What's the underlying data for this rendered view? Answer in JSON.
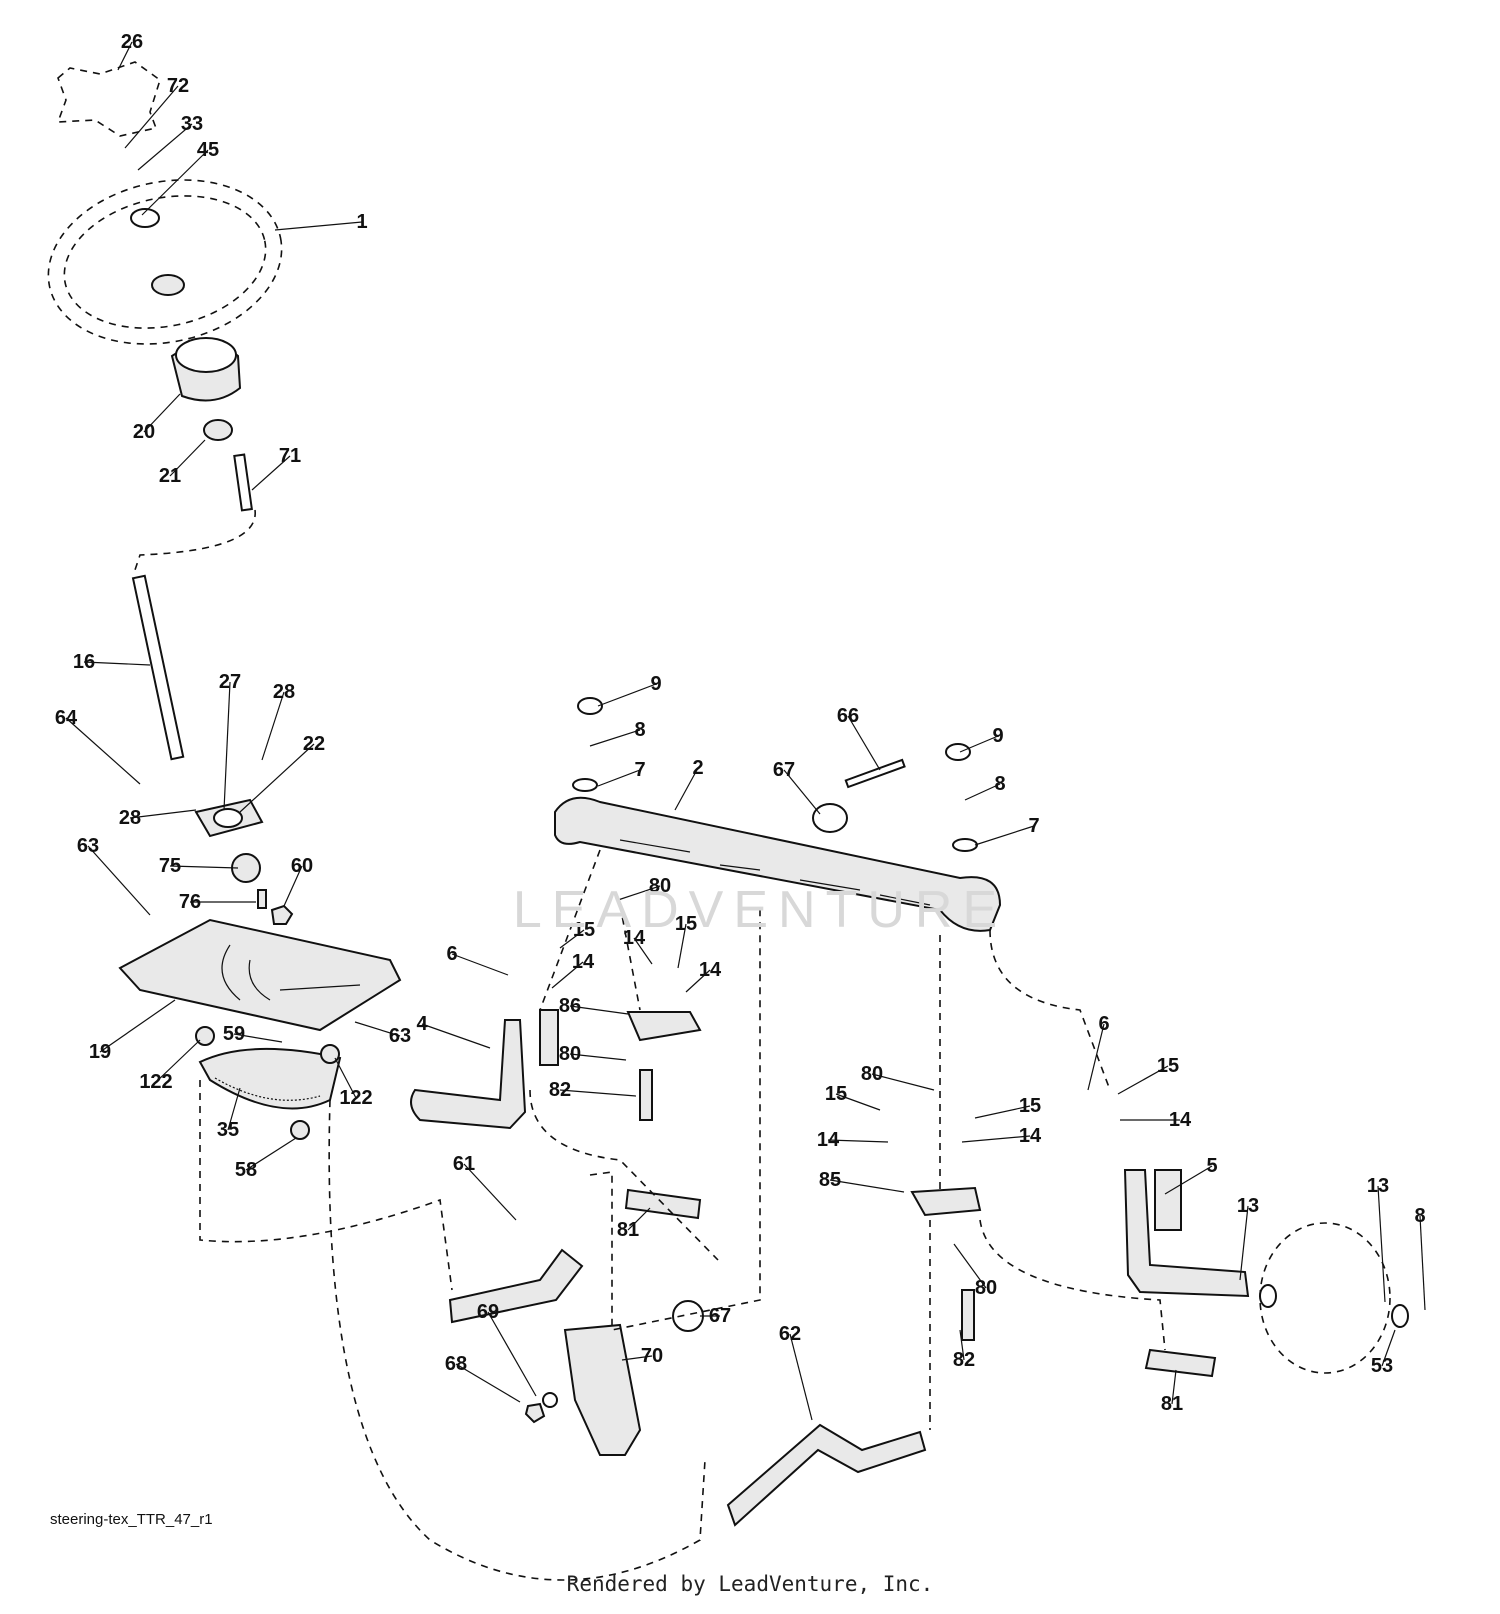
{
  "diagram": {
    "drawing_ref": "steering-tex_TTR_47_r1",
    "watermark": "LEADVENTURE",
    "footer": "Rendered by LeadVenture, Inc.",
    "callouts": [
      {
        "id": "c-26",
        "label": "26"
      },
      {
        "id": "c-72",
        "label": "72"
      },
      {
        "id": "c-33",
        "label": "33"
      },
      {
        "id": "c-45",
        "label": "45"
      },
      {
        "id": "c-1",
        "label": "1"
      },
      {
        "id": "c-20",
        "label": "20"
      },
      {
        "id": "c-21",
        "label": "21"
      },
      {
        "id": "c-71",
        "label": "71"
      },
      {
        "id": "c-16",
        "label": "16"
      },
      {
        "id": "c-27",
        "label": "27"
      },
      {
        "id": "c-28a",
        "label": "28"
      },
      {
        "id": "c-64",
        "label": "64"
      },
      {
        "id": "c-22",
        "label": "22"
      },
      {
        "id": "c-28b",
        "label": "28"
      },
      {
        "id": "c-63a",
        "label": "63"
      },
      {
        "id": "c-75",
        "label": "75"
      },
      {
        "id": "c-60",
        "label": "60"
      },
      {
        "id": "c-76",
        "label": "76"
      },
      {
        "id": "c-19",
        "label": "19"
      },
      {
        "id": "c-59",
        "label": "59"
      },
      {
        "id": "c-63b",
        "label": "63"
      },
      {
        "id": "c-122a",
        "label": "122"
      },
      {
        "id": "c-122b",
        "label": "122"
      },
      {
        "id": "c-35",
        "label": "35"
      },
      {
        "id": "c-58",
        "label": "58"
      },
      {
        "id": "c-9a",
        "label": "9"
      },
      {
        "id": "c-8a",
        "label": "8"
      },
      {
        "id": "c-7a",
        "label": "7"
      },
      {
        "id": "c-2",
        "label": "2"
      },
      {
        "id": "c-66",
        "label": "66"
      },
      {
        "id": "c-67a",
        "label": "67"
      },
      {
        "id": "c-9b",
        "label": "9"
      },
      {
        "id": "c-8b",
        "label": "8"
      },
      {
        "id": "c-7b",
        "label": "7"
      },
      {
        "id": "c-80a",
        "label": "80"
      },
      {
        "id": "c-6a",
        "label": "6"
      },
      {
        "id": "c-15a",
        "label": "15"
      },
      {
        "id": "c-14a",
        "label": "14"
      },
      {
        "id": "c-14b",
        "label": "14"
      },
      {
        "id": "c-15b",
        "label": "15"
      },
      {
        "id": "c-14c",
        "label": "14"
      },
      {
        "id": "c-86",
        "label": "86"
      },
      {
        "id": "c-4",
        "label": "4"
      },
      {
        "id": "c-80b",
        "label": "80"
      },
      {
        "id": "c-82a",
        "label": "82"
      },
      {
        "id": "c-61",
        "label": "61"
      },
      {
        "id": "c-81a",
        "label": "81"
      },
      {
        "id": "c-67b",
        "label": "67"
      },
      {
        "id": "c-69",
        "label": "69"
      },
      {
        "id": "c-70",
        "label": "70"
      },
      {
        "id": "c-68",
        "label": "68"
      },
      {
        "id": "c-62",
        "label": "62"
      },
      {
        "id": "c-80c",
        "label": "80"
      },
      {
        "id": "c-15c",
        "label": "15"
      },
      {
        "id": "c-15d",
        "label": "15"
      },
      {
        "id": "c-14d",
        "label": "14"
      },
      {
        "id": "c-14e",
        "label": "14"
      },
      {
        "id": "c-85",
        "label": "85"
      },
      {
        "id": "c-80d",
        "label": "80"
      },
      {
        "id": "c-82b",
        "label": "82"
      },
      {
        "id": "c-6b",
        "label": "6"
      },
      {
        "id": "c-15e",
        "label": "15"
      },
      {
        "id": "c-14f",
        "label": "14"
      },
      {
        "id": "c-5",
        "label": "5"
      },
      {
        "id": "c-13a",
        "label": "13"
      },
      {
        "id": "c-13b",
        "label": "13"
      },
      {
        "id": "c-8c",
        "label": "8"
      },
      {
        "id": "c-53",
        "label": "53"
      },
      {
        "id": "c-81b",
        "label": "81"
      }
    ]
  }
}
